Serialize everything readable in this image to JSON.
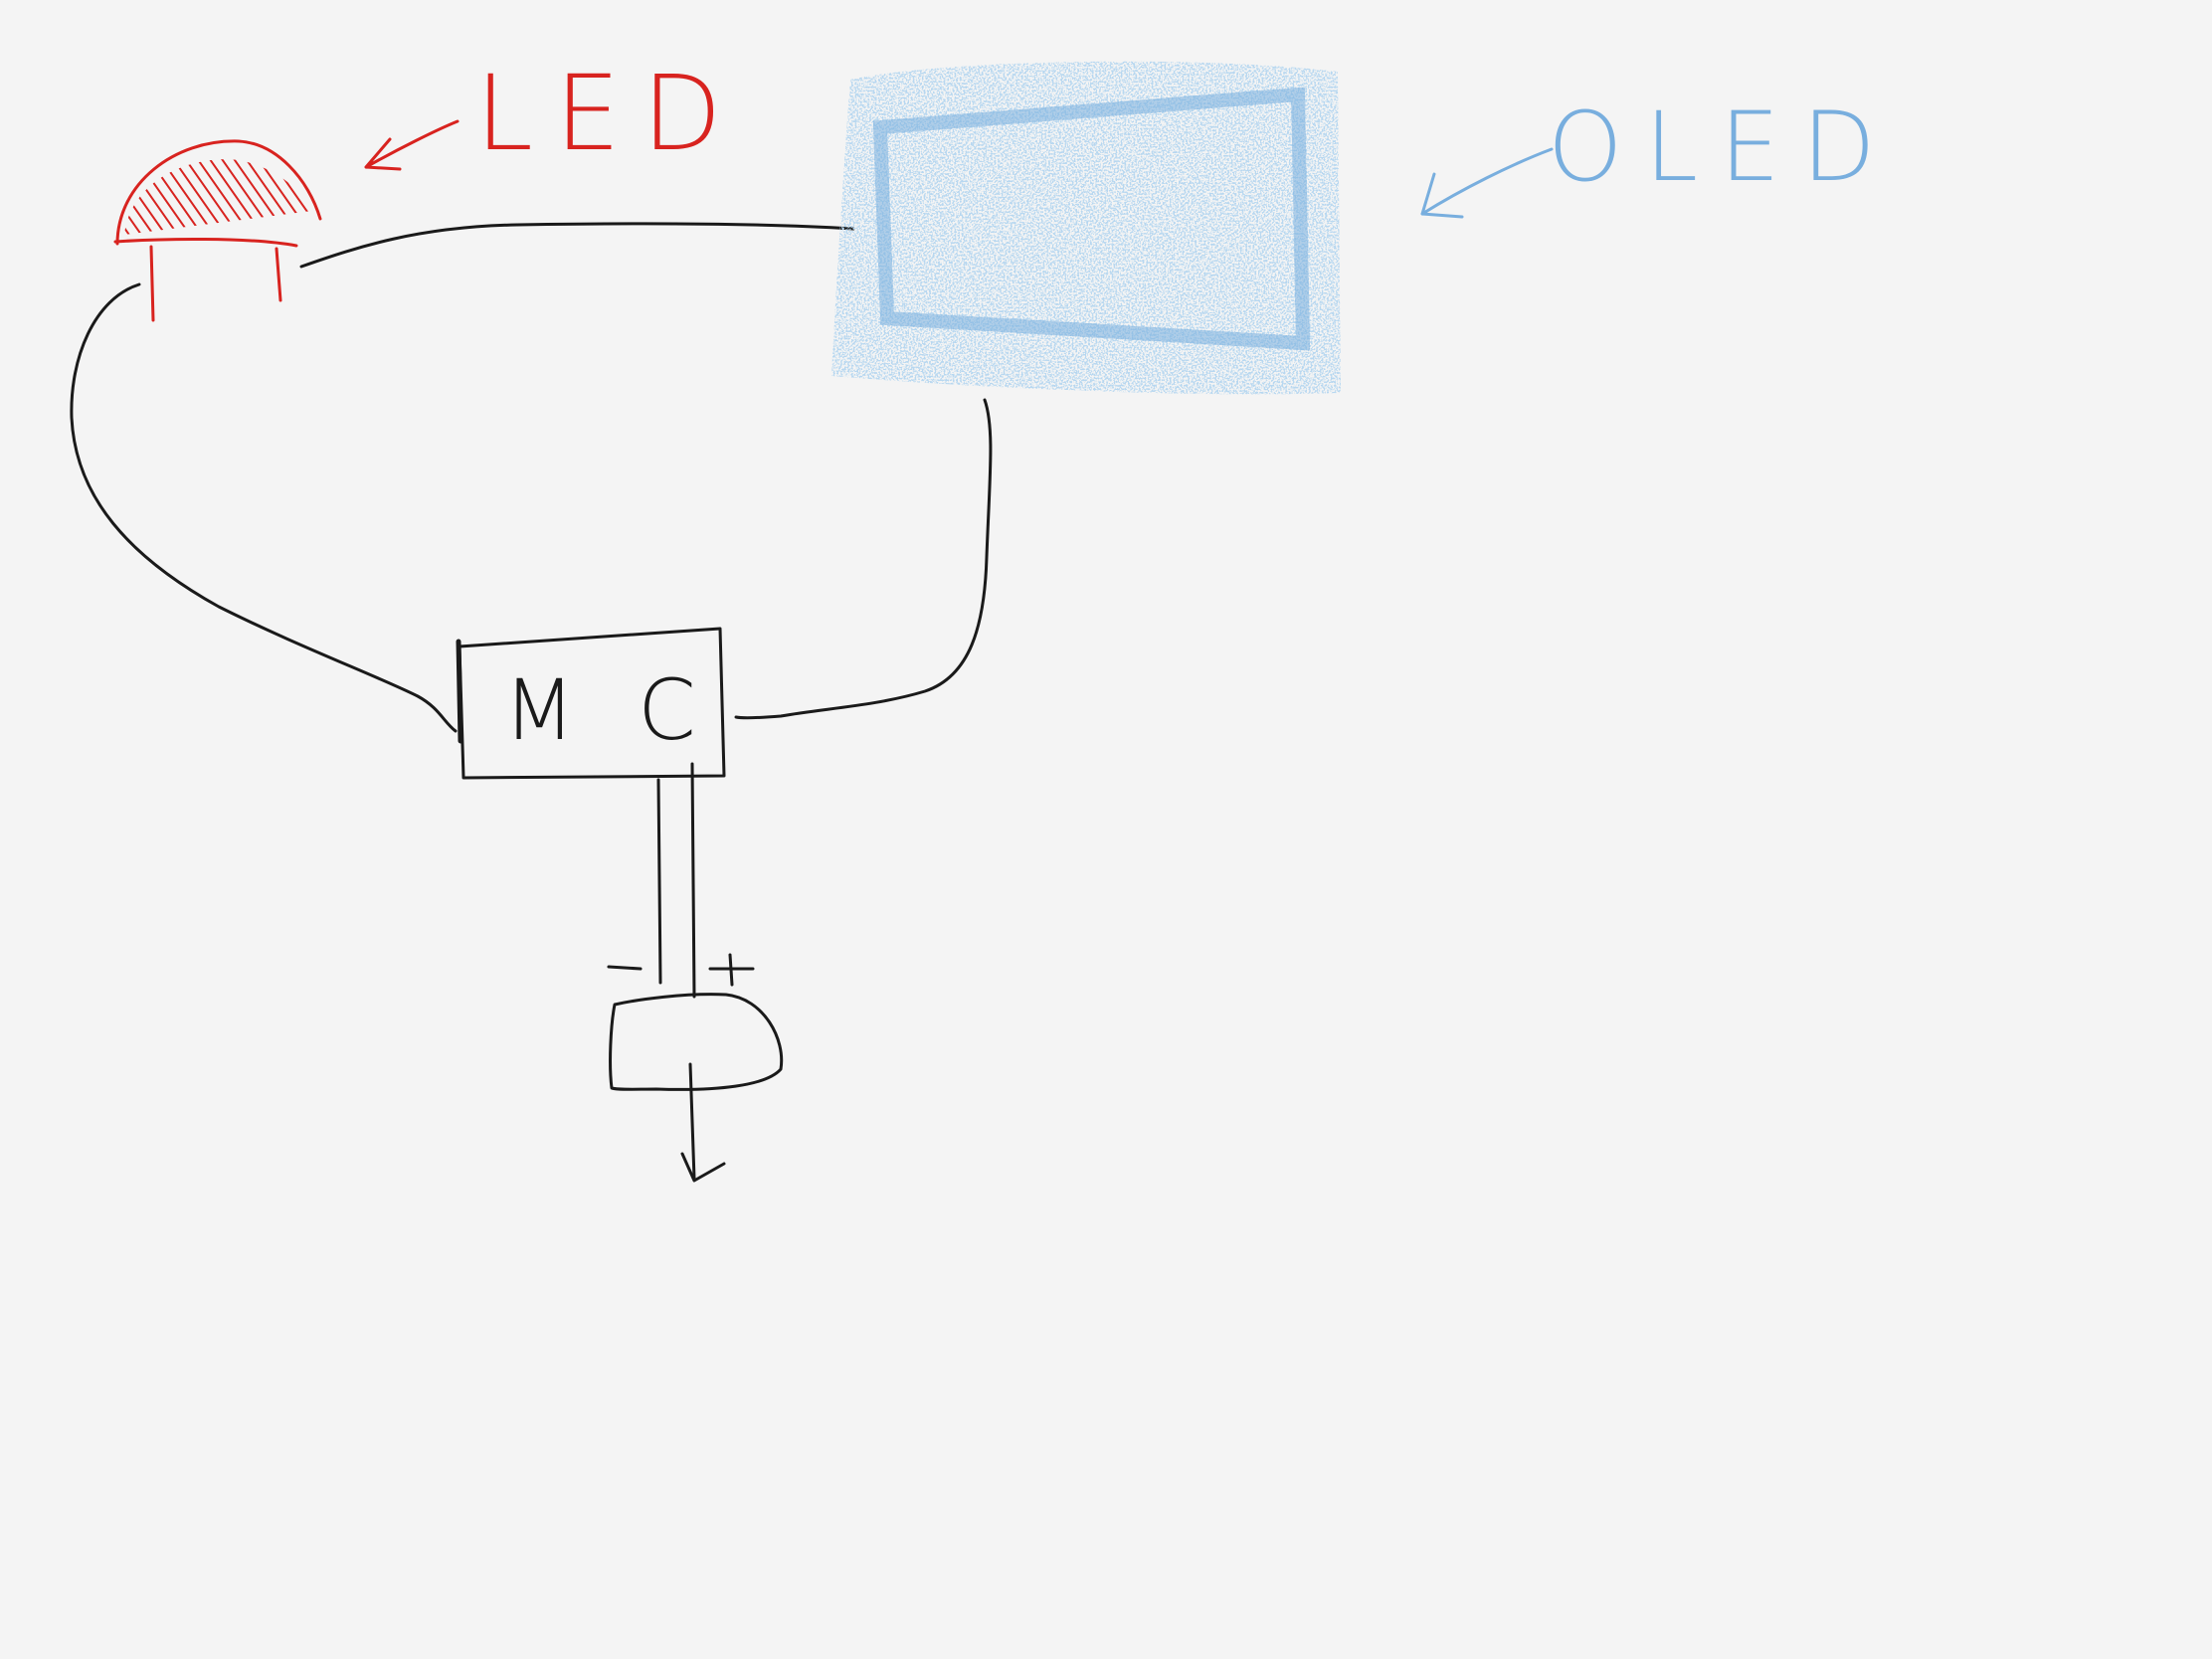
{
  "labels": {
    "led": "LED",
    "oled": "OLED",
    "mc": "M C",
    "minus": "−",
    "plus": "+"
  },
  "colors": {
    "background": "#f4f4f4",
    "ink": "#1a1a1a",
    "led": "#d8231f",
    "oled": "#78aede"
  },
  "icons": {
    "led": "led-icon",
    "oled": "oled-display-icon",
    "battery": "battery-icon"
  }
}
